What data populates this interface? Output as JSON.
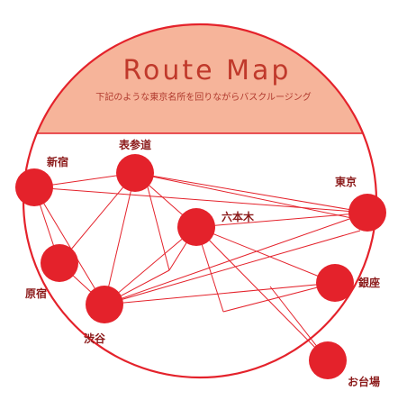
{
  "header": {
    "title": "Route Map",
    "subtitle": "下記のような東京名所を回りながらバスクルージング"
  },
  "colors": {
    "accent": "#e4222b",
    "header_fill": "#f6b49a",
    "line": "#e4222b"
  },
  "stops": [
    {
      "id": "shinjuku",
      "label": "新宿"
    },
    {
      "id": "omotesando",
      "label": "表参道"
    },
    {
      "id": "tokyo",
      "label": "東京"
    },
    {
      "id": "roppongi",
      "label": "六本木"
    },
    {
      "id": "harajuku",
      "label": "原宿"
    },
    {
      "id": "ginza",
      "label": "銀座"
    },
    {
      "id": "shibuya",
      "label": "渋谷"
    },
    {
      "id": "odaiba",
      "label": "お台場"
    }
  ]
}
